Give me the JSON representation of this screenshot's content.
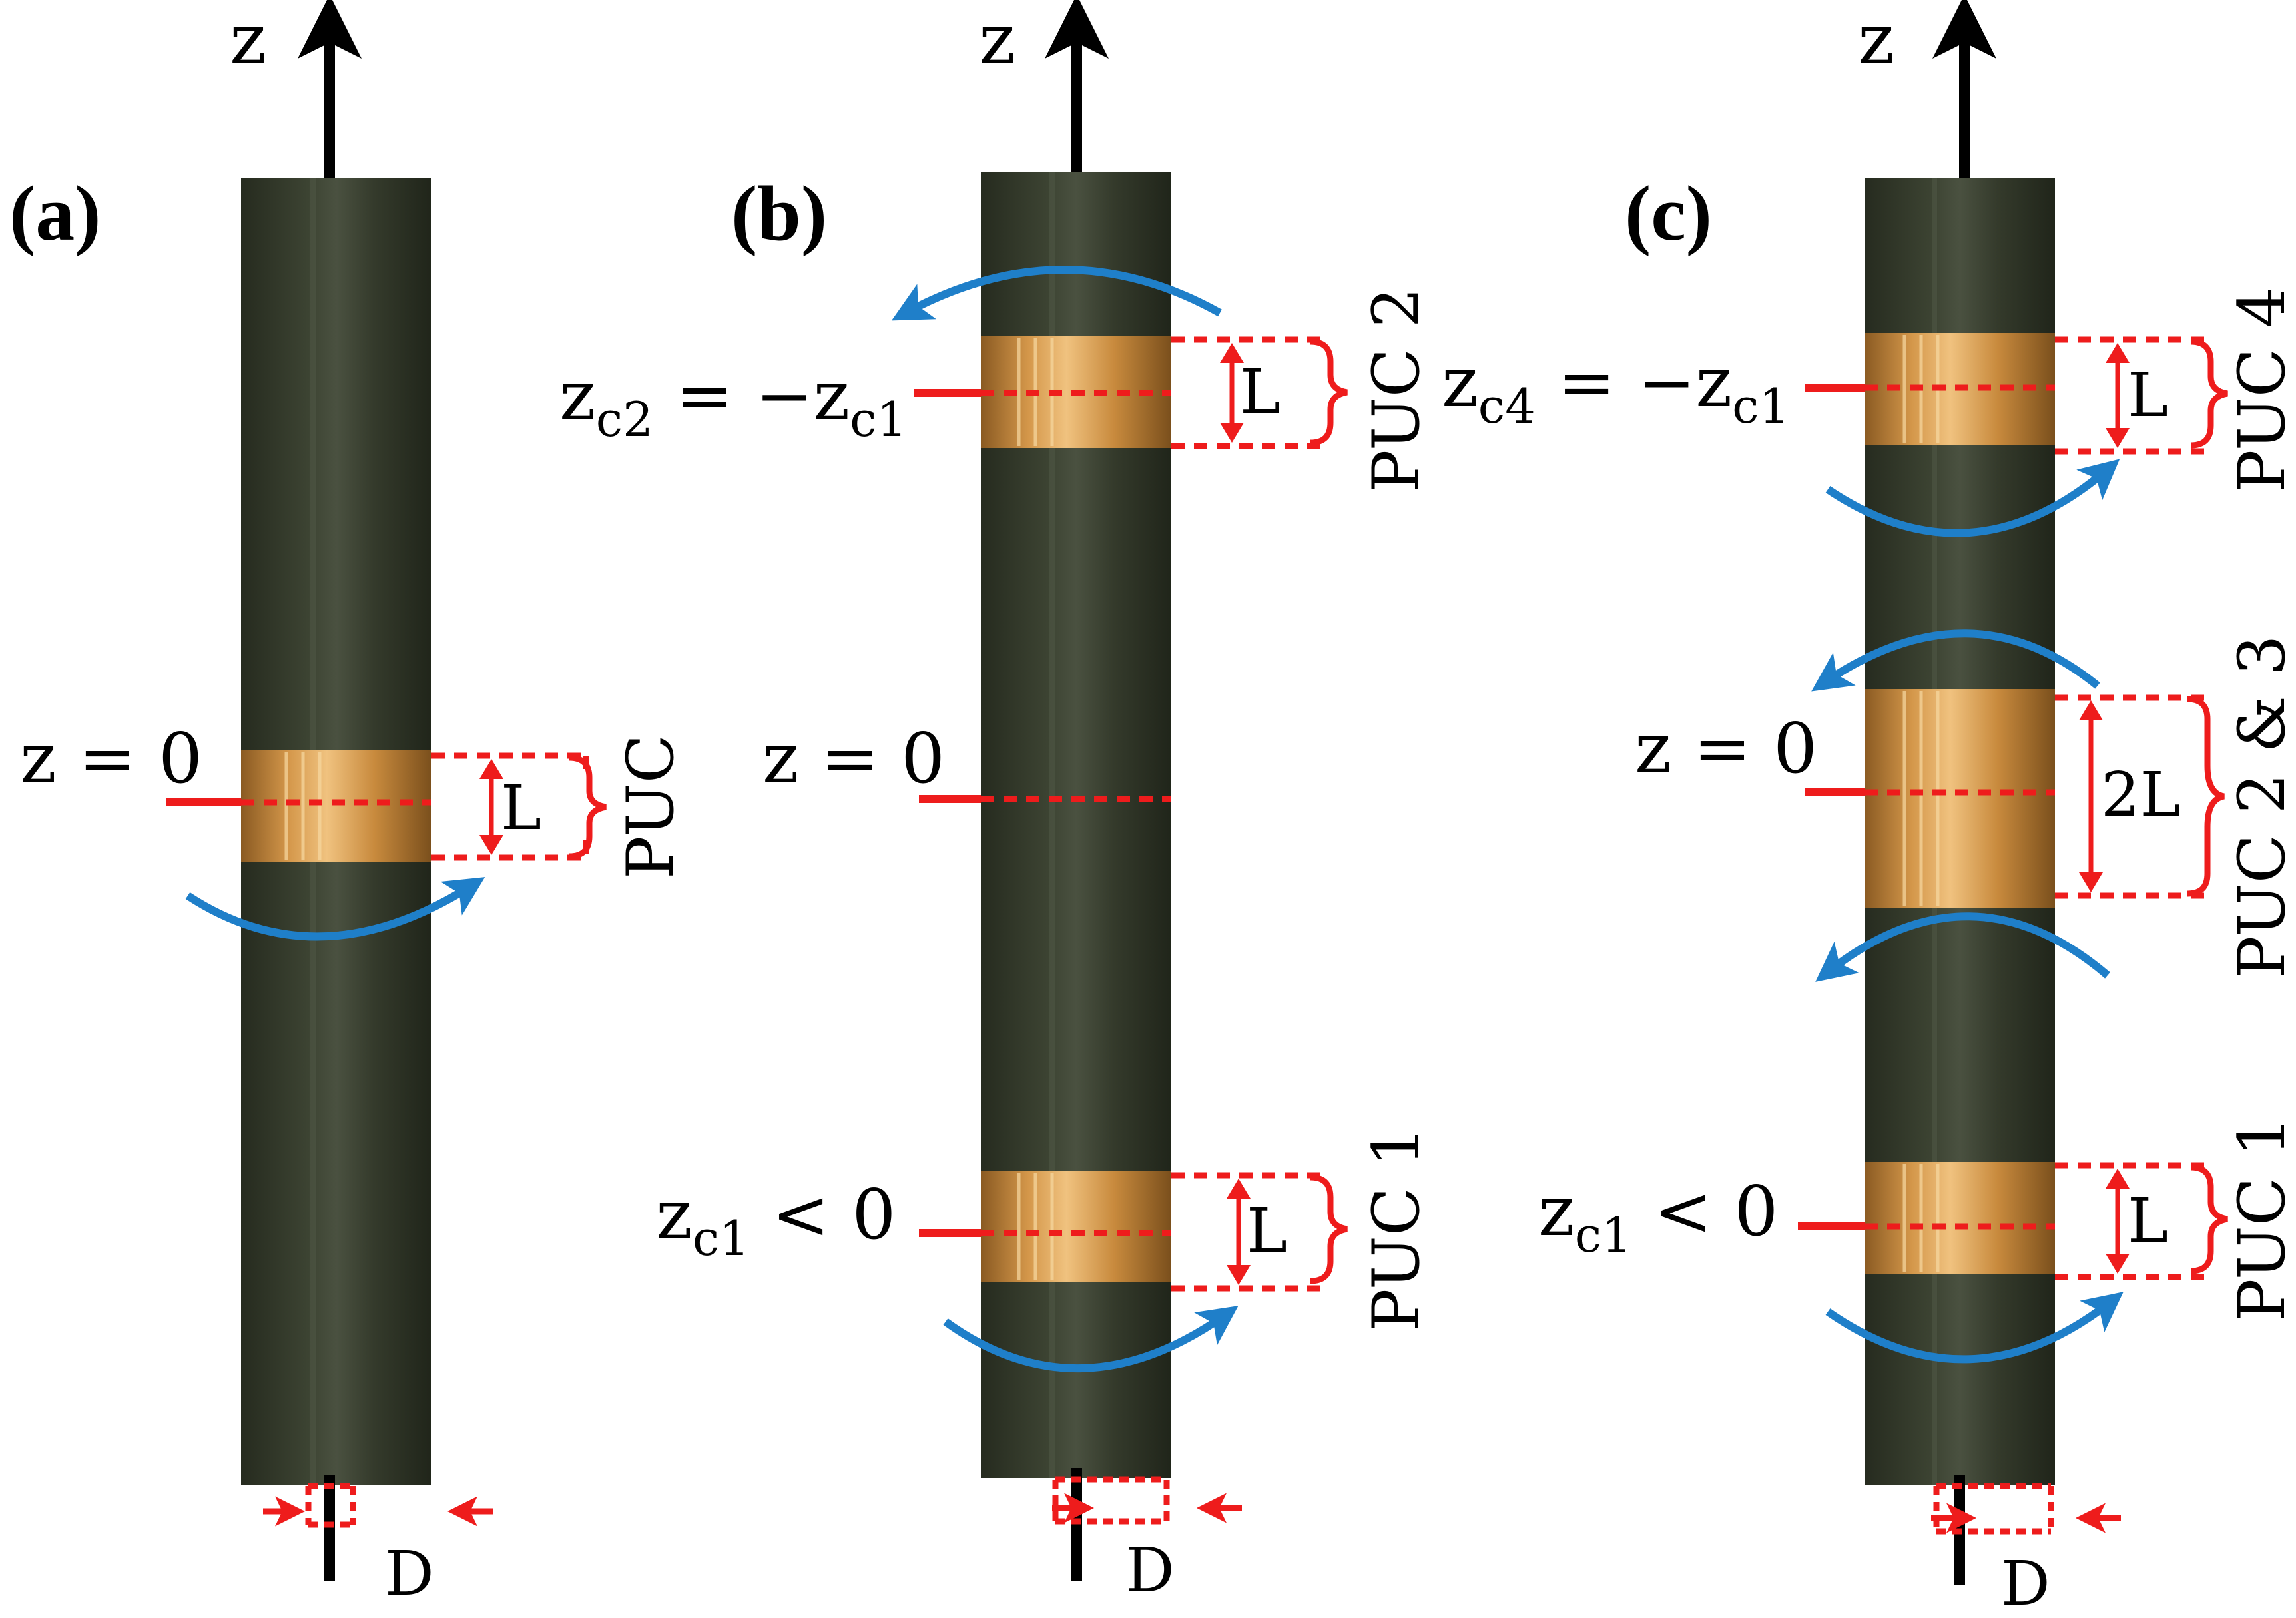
{
  "figure": {
    "panels": [
      {
        "label": "(a)",
        "axis": "z",
        "diameter_label": "D",
        "markers": [
          {
            "equation_base": "z = 0",
            "subscript": "",
            "suffix": "",
            "dim_label": "L",
            "coil_name": "PUC"
          }
        ]
      },
      {
        "label": "(b)",
        "axis": "z",
        "diameter_label": "D",
        "markers": [
          {
            "main": "z",
            "sub": "c2",
            "mid": " = −z",
            "sub2": "c1",
            "dim_label": "L",
            "coil_name": "PUC 2"
          },
          {
            "main": "z = 0"
          },
          {
            "main": "z",
            "sub": "c1",
            "mid": " < 0",
            "dim_label": "L",
            "coil_name": "PUC 1"
          }
        ]
      },
      {
        "label": "(c)",
        "axis": "z",
        "diameter_label": "D",
        "markers": [
          {
            "main": "z",
            "sub": "c4",
            "mid": " = −z",
            "sub2": "c1",
            "dim_label": "L",
            "coil_name": "PUC 4"
          },
          {
            "main": "z = 0",
            "dim_label": "2L",
            "coil_name": "PUC 2 & 3"
          },
          {
            "main": "z",
            "sub": "c1",
            "mid": " < 0",
            "dim_label": "L",
            "coil_name": "PUC 1"
          }
        ]
      }
    ]
  },
  "colors": {
    "rod": "#2f3526",
    "rod_highlight": "#4a5140",
    "coil": "#c98a3e",
    "coil_light": "#e8b36a",
    "marker": "#ee1c1c",
    "arrow": "#1f7fc9",
    "axis": "#000000"
  },
  "icons": [
    "z-axis-arrow",
    "rotation-arrow",
    "dimension-arrow",
    "brace"
  ]
}
